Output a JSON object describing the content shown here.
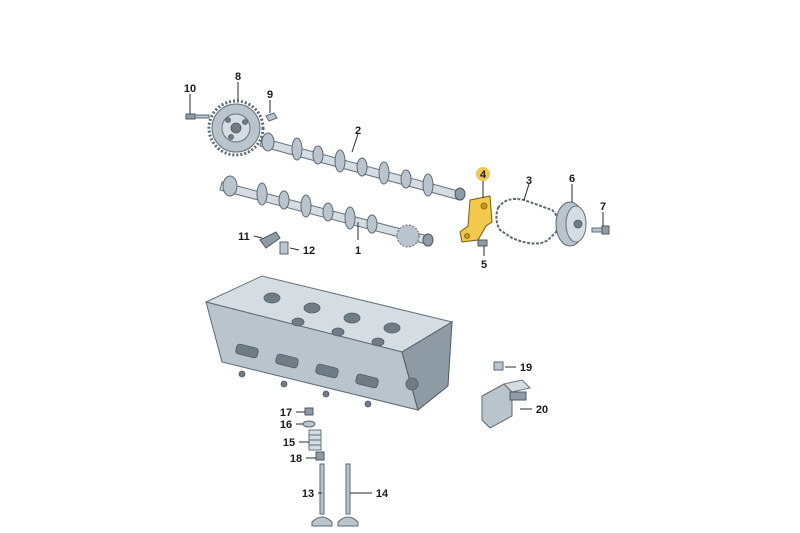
{
  "colors": {
    "highlight": "#f2c94c",
    "part": "#b9c4cc",
    "outline": "#5d6a74"
  },
  "labels": [
    {
      "id": "1",
      "text": "1"
    },
    {
      "id": "2",
      "text": "2"
    },
    {
      "id": "3",
      "text": "3"
    },
    {
      "id": "4",
      "text": "4",
      "highlighted": true
    },
    {
      "id": "5",
      "text": "5"
    },
    {
      "id": "6",
      "text": "6"
    },
    {
      "id": "7",
      "text": "7"
    },
    {
      "id": "8",
      "text": "8"
    },
    {
      "id": "9",
      "text": "9"
    },
    {
      "id": "10",
      "text": "10"
    },
    {
      "id": "11",
      "text": "11"
    },
    {
      "id": "12",
      "text": "12"
    },
    {
      "id": "13",
      "text": "13"
    },
    {
      "id": "14",
      "text": "14"
    },
    {
      "id": "15",
      "text": "15"
    },
    {
      "id": "16",
      "text": "16"
    },
    {
      "id": "17",
      "text": "17"
    },
    {
      "id": "18",
      "text": "18"
    },
    {
      "id": "19",
      "text": "19"
    },
    {
      "id": "20",
      "text": "20"
    }
  ]
}
